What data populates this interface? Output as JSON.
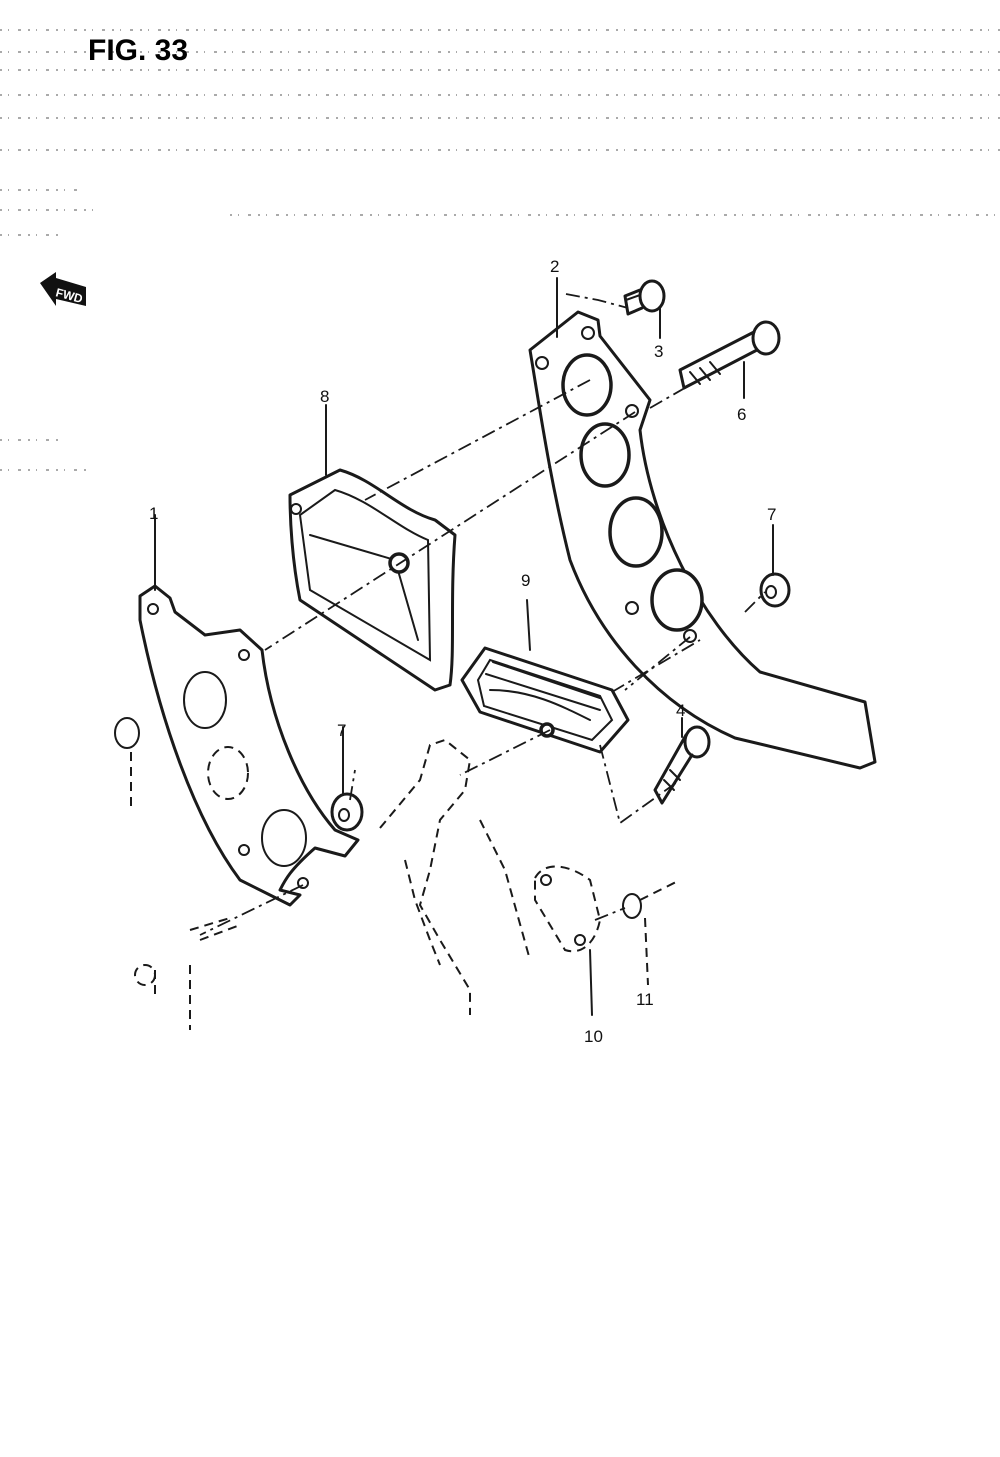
{
  "figure": {
    "title": "FIG. 33"
  },
  "forward_marker": {
    "text": "FWD"
  },
  "callouts": [
    "1",
    "2",
    "3",
    "4",
    "6",
    "7",
    "7",
    "8",
    "9",
    "10",
    "11"
  ],
  "colors": {
    "ink": "#1a1a1a",
    "paper": "#ffffff"
  }
}
